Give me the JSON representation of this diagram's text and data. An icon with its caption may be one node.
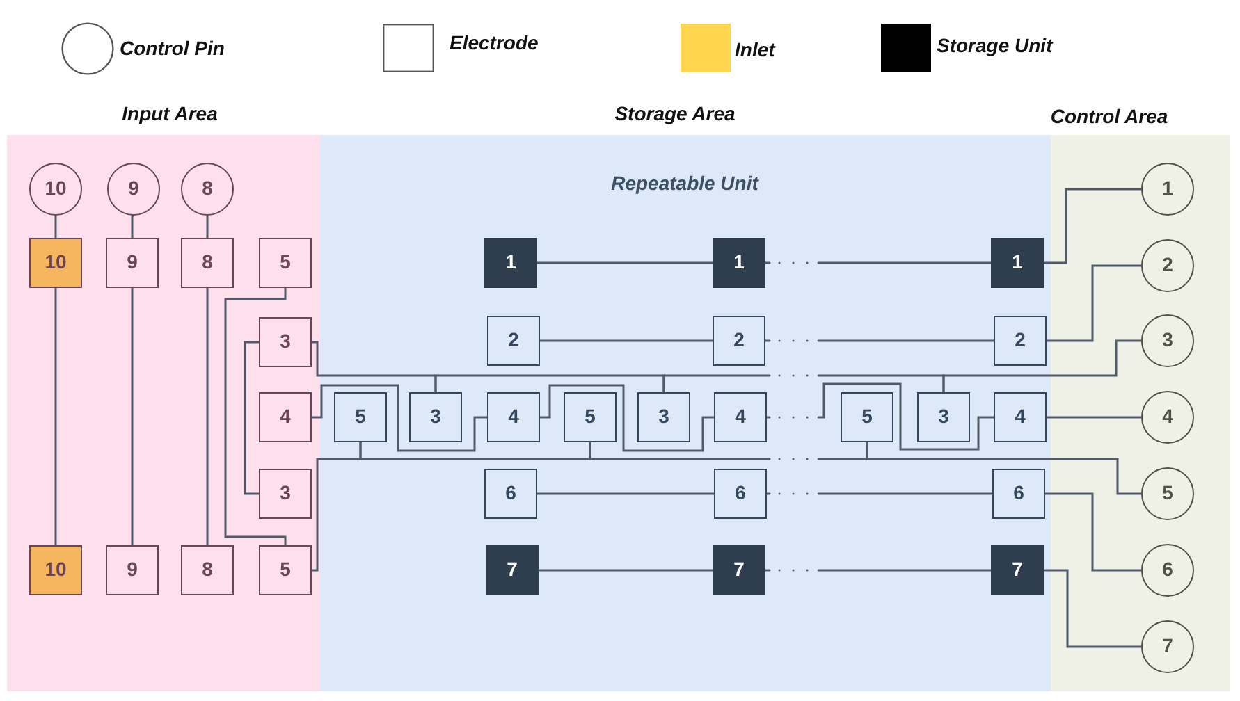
{
  "diagram": {
    "nodes": [
      {
        "text": [
          "Input Area"
        ]
      },
      {
        "text": [
          "10"
        ],
        "in": 0
      },
      {
        "text": [
          "9"
        ],
        "in": 0
      },
      {
        "text": [
          "8"
        ],
        "in": 0
      },
      {
        "text": [
          "10"
        ],
        "in": 0
      },
      {
        "text": [
          "9"
        ],
        "in": 0
      },
      {
        "text": [
          "8"
        ],
        "in": 0
      },
      {
        "text": [
          "5"
        ],
        "in": 0
      },
      {
        "text": [
          "3"
        ],
        "in": 0
      },
      {
        "text": [
          "4"
        ],
        "in": 0
      },
      {
        "text": [
          "3"
        ],
        "in": 0
      },
      {
        "text": [
          "10"
        ],
        "in": 0
      },
      {
        "text": [
          "9"
        ],
        "in": 0
      },
      {
        "text": [
          "8"
        ],
        "in": 0
      },
      {
        "text": [
          "5"
        ],
        "in": 0
      },
      {
        "text": [
          "Storage Area"
        ]
      },
      {
        "text": [
          "1"
        ],
        "in": 15
      },
      {
        "text": [
          "1"
        ],
        "in": 15
      },
      {
        "text": [
          "1"
        ],
        "in": 15
      },
      {
        "text": [
          "2"
        ],
        "in": 15
      },
      {
        "text": [
          "2"
        ],
        "in": 15
      },
      {
        "text": [
          "2"
        ],
        "in": 15
      },
      {
        "text": [
          "5"
        ],
        "in": 15
      },
      {
        "text": [
          "3"
        ],
        "in": 15
      },
      {
        "text": [
          "4"
        ],
        "in": 15
      },
      {
        "text": [
          "5"
        ],
        "in": 15
      },
      {
        "text": [
          "3"
        ],
        "in": 15
      },
      {
        "text": [
          "4"
        ],
        "in": 15
      },
      {
        "text": [
          "5"
        ],
        "in": 15
      },
      {
        "text": [
          "3"
        ],
        "in": 15
      },
      {
        "text": [
          "4"
        ],
        "in": 15
      },
      {
        "text": [
          "6"
        ],
        "in": 15
      },
      {
        "text": [
          "6"
        ],
        "in": 15
      },
      {
        "text": [
          "6"
        ],
        "in": 15
      },
      {
        "text": [
          "7"
        ],
        "in": 15
      },
      {
        "text": [
          "7"
        ],
        "in": 15
      },
      {
        "text": [
          "7"
        ],
        "in": 15
      },
      {
        "text": [
          "Control Area"
        ]
      },
      {
        "text": [
          "1"
        ],
        "in": 37
      },
      {
        "text": [
          "2"
        ],
        "in": 37
      },
      {
        "text": [
          "3"
        ],
        "in": 37
      },
      {
        "text": [
          "4"
        ],
        "in": 37
      },
      {
        "text": [
          "5"
        ],
        "in": 37
      },
      {
        "text": [
          "6"
        ],
        "in": 37
      },
      {
        "text": [
          "7"
        ],
        "in": 37
      }
    ],
    "edges": [
      {
        "from": 1,
        "to": 4,
        "arrow": "none"
      },
      {
        "from": 2,
        "to": 5,
        "arrow": "none"
      },
      {
        "from": 3,
        "to": 6,
        "arrow": "none"
      },
      {
        "from": 4,
        "to": 11,
        "arrow": "none"
      },
      {
        "from": 5,
        "to": 12,
        "arrow": "none"
      },
      {
        "from": 6,
        "to": 13,
        "arrow": "none"
      },
      {
        "from": 7,
        "to": 14,
        "arrow": "none"
      },
      {
        "from": 8,
        "to": 10,
        "arrow": "none"
      },
      {
        "from": 8,
        "to": 23,
        "arrow": "none"
      },
      {
        "from": 23,
        "to": 26,
        "arrow": "none"
      },
      {
        "from": 26,
        "to": 29,
        "arrow": "none",
        "style": "dashed"
      },
      {
        "from": 29,
        "to": 40,
        "arrow": "none"
      },
      {
        "from": 9,
        "to": 24,
        "arrow": "none"
      },
      {
        "from": 24,
        "to": 27,
        "arrow": "none"
      },
      {
        "from": 27,
        "to": 30,
        "arrow": "none",
        "style": "dashed"
      },
      {
        "from": 30,
        "to": 41,
        "arrow": "none"
      },
      {
        "from": 14,
        "to": 22,
        "arrow": "none"
      },
      {
        "from": 22,
        "to": 25,
        "arrow": "none"
      },
      {
        "from": 25,
        "to": 28,
        "arrow": "none",
        "style": "dashed"
      },
      {
        "from": 28,
        "to": 42,
        "arrow": "none"
      },
      {
        "from": 16,
        "to": 17,
        "arrow": "none"
      },
      {
        "from": 17,
        "to": 18,
        "arrow": "none",
        "style": "dashed"
      },
      {
        "from": 18,
        "to": 38,
        "arrow": "none"
      },
      {
        "from": 19,
        "to": 20,
        "arrow": "none"
      },
      {
        "from": 20,
        "to": 21,
        "arrow": "none",
        "style": "dashed"
      },
      {
        "from": 21,
        "to": 39,
        "arrow": "none"
      },
      {
        "from": 31,
        "to": 32,
        "arrow": "none"
      },
      {
        "from": 32,
        "to": 33,
        "arrow": "none",
        "style": "dashed"
      },
      {
        "from": 33,
        "to": 43,
        "arrow": "none"
      },
      {
        "from": 34,
        "to": 35,
        "arrow": "none"
      },
      {
        "from": 35,
        "to": 36,
        "arrow": "none",
        "style": "dashed"
      },
      {
        "from": 36,
        "to": 44,
        "arrow": "none"
      }
    ],
    "labels": [
      "Repeatable Unit"
    ],
    "legend": [
      {
        "text": "Control Pin"
      },
      {
        "text": "Electrode"
      },
      {
        "text": "Inlet",
        "color": "#ffd54f"
      },
      {
        "text": "Storage Unit",
        "color": "#000000"
      }
    ]
  }
}
